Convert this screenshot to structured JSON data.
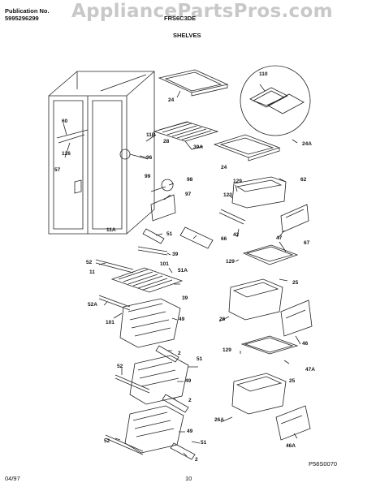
{
  "header": {
    "publication_label": "Publication No.",
    "publication_number": "5995296299",
    "model": "FRS6C3DE",
    "section_title": "SHELVES",
    "watermark": "AppliancePartsPros.com"
  },
  "footer": {
    "date": "04/97",
    "page_number": "10",
    "figure_code": "P58S0070"
  },
  "callouts": [
    "24",
    "110",
    "11B",
    "28",
    "39A",
    "24",
    "24A",
    "60",
    "126",
    "96",
    "99",
    "98",
    "97",
    "129",
    "62",
    "57",
    "123",
    "42",
    "66",
    "67",
    "11A",
    "51",
    "47",
    "39",
    "52",
    "11",
    "101",
    "51A",
    "129",
    "25",
    "39",
    "52A",
    "26",
    "101",
    "49",
    "46",
    "2",
    "51",
    "129",
    "47A",
    "52",
    "49",
    "25",
    "2",
    "26A",
    "49",
    "51",
    "46A",
    "52",
    "2"
  ]
}
